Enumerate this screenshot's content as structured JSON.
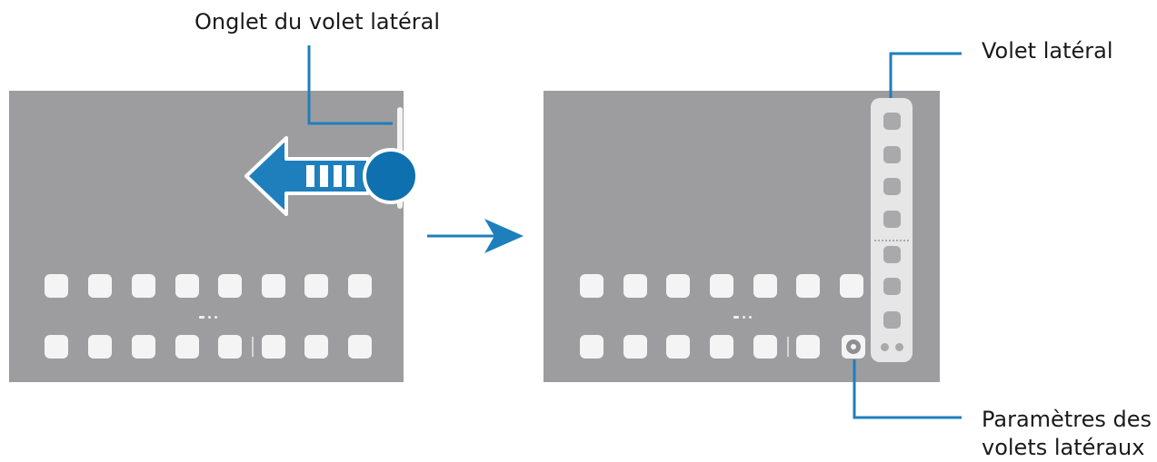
{
  "labels": {
    "edge_panel_handle": "Onglet du volet latéral",
    "edge_panel": "Volet latéral",
    "edge_panel_settings_line1": "Paramètres des",
    "edge_panel_settings_line2": "volets latéraux"
  },
  "colors": {
    "accent": "#1e7fbc",
    "accent_dark": "#0f70b0",
    "screen": "#9d9d9f",
    "app_icon": "#f4f4f4",
    "panel": "#e6e6e6",
    "panel_icon": "#a9a9ab",
    "callout_line": "#1e7fbc"
  },
  "icons": {
    "swipe_arrow": "left-arrow-icon",
    "touch_point": "touch-circle-icon",
    "transition_arrow": "right-arrow-icon",
    "settings": "gear-icon"
  }
}
